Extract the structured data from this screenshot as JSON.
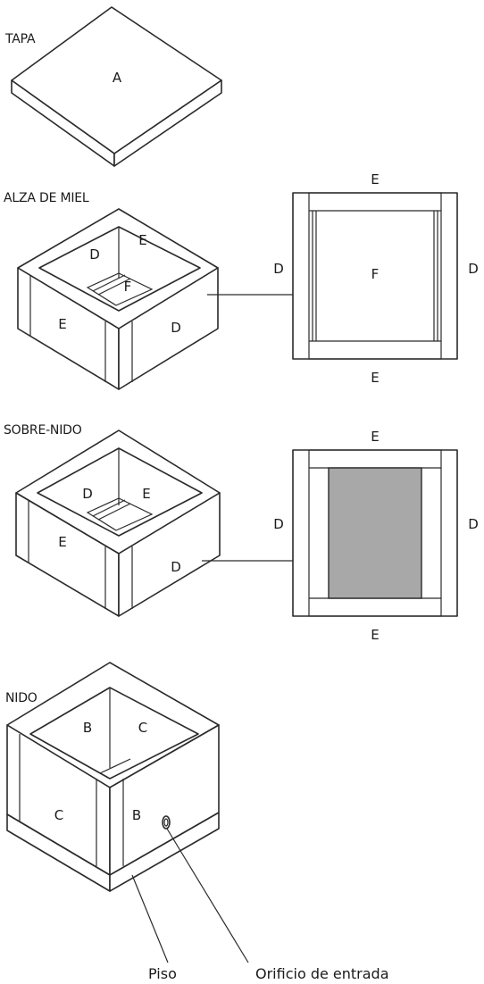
{
  "sections": {
    "tapa": {
      "caption": "TAPA",
      "panel_label": "A"
    },
    "alza": {
      "caption": "ALZA DE MIEL",
      "box_labels": {
        "inner_left": "D",
        "inner_right": "E",
        "floor": "F",
        "front_left": "E",
        "front_right": "D"
      },
      "plan_labels": {
        "top": "E",
        "bottom": "E",
        "left": "D",
        "right": "D",
        "center": "F"
      }
    },
    "sobrenido": {
      "caption": "SOBRE-NIDO",
      "box_labels": {
        "inner_left": "D",
        "inner_right": "E",
        "front_left": "E",
        "front_right": "D"
      },
      "plan_labels": {
        "top": "E",
        "bottom": "E",
        "left": "D",
        "right": "D"
      },
      "plan_fill_color": "#a8a8a8"
    },
    "nido": {
      "caption": "NIDO",
      "box_labels": {
        "inner_left": "B",
        "inner_right": "C",
        "front_left": "C",
        "front_right": "B"
      },
      "callouts": {
        "floor": "Piso",
        "hole": "Orificio de entrada"
      }
    }
  }
}
